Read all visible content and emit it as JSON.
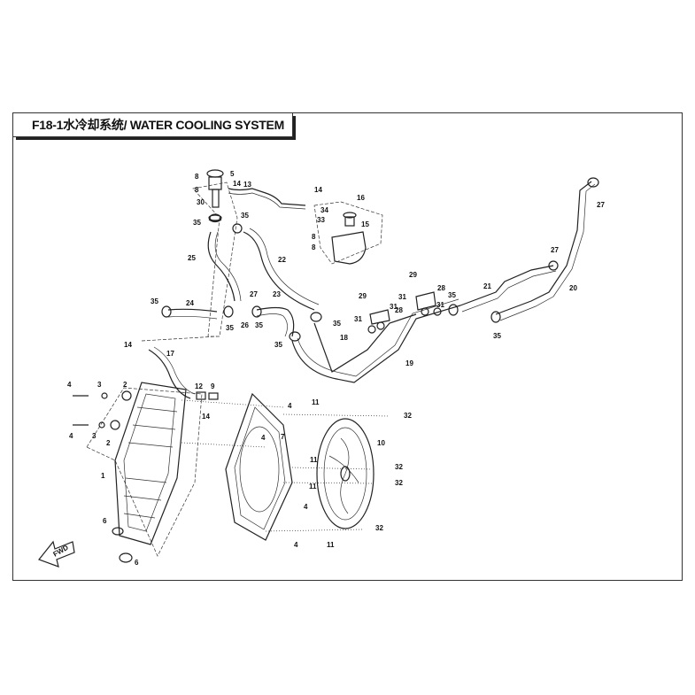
{
  "title": "F18-1水冷却系统/ WATER COOLING SYSTEM",
  "fwd_marker": "FWD",
  "callouts": [
    {
      "id": "c5",
      "text": "5"
    },
    {
      "id": "c8a",
      "text": "8"
    },
    {
      "id": "c8b",
      "text": "8"
    },
    {
      "id": "c30",
      "text": "30"
    },
    {
      "id": "c14a",
      "text": "14"
    },
    {
      "id": "c13",
      "text": "13"
    },
    {
      "id": "c14b",
      "text": "14"
    },
    {
      "id": "c16",
      "text": "16"
    },
    {
      "id": "c34",
      "text": "34"
    },
    {
      "id": "c33",
      "text": "33"
    },
    {
      "id": "c15",
      "text": "15"
    },
    {
      "id": "c8c",
      "text": "8"
    },
    {
      "id": "c8d",
      "text": "8"
    },
    {
      "id": "c27a",
      "text": "27"
    },
    {
      "id": "c35a",
      "text": "35"
    },
    {
      "id": "c35b",
      "text": "35"
    },
    {
      "id": "c25",
      "text": "25"
    },
    {
      "id": "c22",
      "text": "22"
    },
    {
      "id": "c27b",
      "text": "27"
    },
    {
      "id": "c23",
      "text": "23"
    },
    {
      "id": "c35c",
      "text": "35"
    },
    {
      "id": "c24",
      "text": "24"
    },
    {
      "id": "c26",
      "text": "26"
    },
    {
      "id": "c35d",
      "text": "35"
    },
    {
      "id": "c35e",
      "text": "35"
    },
    {
      "id": "c35f",
      "text": "35"
    },
    {
      "id": "c35g",
      "text": "35"
    },
    {
      "id": "c29a",
      "text": "29"
    },
    {
      "id": "c28a",
      "text": "28"
    },
    {
      "id": "c31a",
      "text": "31"
    },
    {
      "id": "c31b",
      "text": "31"
    },
    {
      "id": "c35h",
      "text": "35"
    },
    {
      "id": "c29b",
      "text": "29"
    },
    {
      "id": "c28b",
      "text": "28"
    },
    {
      "id": "c31c",
      "text": "31"
    },
    {
      "id": "c31d",
      "text": "31"
    },
    {
      "id": "c21",
      "text": "21"
    },
    {
      "id": "c27c",
      "text": "27"
    },
    {
      "id": "c20",
      "text": "20"
    },
    {
      "id": "c35i",
      "text": "35"
    },
    {
      "id": "c18",
      "text": "18"
    },
    {
      "id": "c19",
      "text": "19"
    },
    {
      "id": "c14c",
      "text": "14"
    },
    {
      "id": "c17",
      "text": "17"
    },
    {
      "id": "c12",
      "text": "12"
    },
    {
      "id": "c9",
      "text": "9"
    },
    {
      "id": "c14d",
      "text": "14"
    },
    {
      "id": "c4a",
      "text": "4"
    },
    {
      "id": "c3a",
      "text": "3"
    },
    {
      "id": "c2a",
      "text": "2"
    },
    {
      "id": "c4b",
      "text": "4"
    },
    {
      "id": "c3b",
      "text": "3"
    },
    {
      "id": "c2b",
      "text": "2"
    },
    {
      "id": "c1",
      "text": "1"
    },
    {
      "id": "c6a",
      "text": "6"
    },
    {
      "id": "c6b",
      "text": "6"
    },
    {
      "id": "c4c",
      "text": "4"
    },
    {
      "id": "c11a",
      "text": "11"
    },
    {
      "id": "c32a",
      "text": "32"
    },
    {
      "id": "c7",
      "text": "7"
    },
    {
      "id": "c10",
      "text": "10"
    },
    {
      "id": "c4d",
      "text": "4"
    },
    {
      "id": "c11b",
      "text": "11"
    },
    {
      "id": "c32b",
      "text": "32"
    },
    {
      "id": "c11c",
      "text": "11"
    },
    {
      "id": "c32c",
      "text": "32"
    },
    {
      "id": "c4e",
      "text": "4"
    },
    {
      "id": "c4f",
      "text": "4"
    },
    {
      "id": "c11d",
      "text": "11"
    },
    {
      "id": "c32d",
      "text": "32"
    }
  ]
}
